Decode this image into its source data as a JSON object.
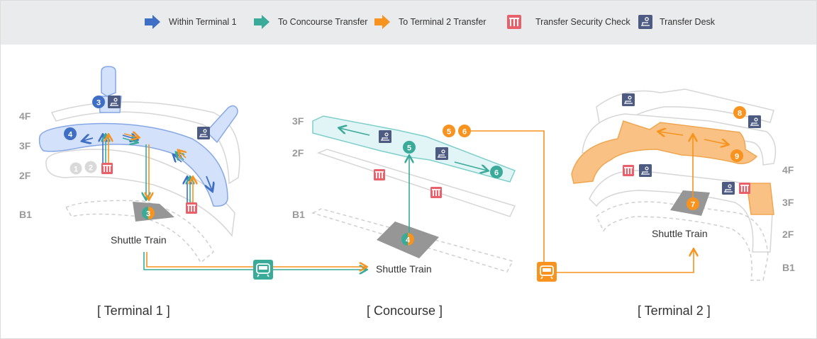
{
  "legend": {
    "within_terminal_1": "Within Terminal 1",
    "to_concourse_transfer": "To Concourse Transfer",
    "to_terminal_2_transfer": "To Terminal 2 Transfer",
    "transfer_security_check": "Transfer Security Check",
    "transfer_desk": "Transfer  Desk"
  },
  "colors": {
    "blue": "#3f6fc4",
    "teal": "#3aaa99",
    "orange": "#f7931e",
    "security_red": "#e8616a",
    "desk_navy": "#4d5b82",
    "floor_outline": "#d6d6d6",
    "t1_fill": "#d3e1fb",
    "concourse_fill": "#e2f5f6",
    "t2_fill": "#f9c284"
  },
  "terminal1": {
    "caption": "[ Terminal 1 ]",
    "floors": [
      "4F",
      "3F",
      "2F",
      "B1"
    ],
    "shuttle_label": "Shuttle Train",
    "markers": {
      "m3_top": "3",
      "m4": "4",
      "m1": "1",
      "m2": "2",
      "m3_b1": "3"
    }
  },
  "concourse": {
    "caption": "[ Concourse ]",
    "floors": [
      "3F",
      "2F",
      "B1"
    ],
    "shuttle_label": "Shuttle Train",
    "markers": {
      "m5": "5",
      "m6": "6",
      "m4": "4",
      "m5_orange": "5",
      "m6_orange": "6"
    }
  },
  "terminal2": {
    "caption": "[ Terminal 2 ]",
    "floors": [
      "4F",
      "3F",
      "2F",
      "B1"
    ],
    "shuttle_label": "Shuttle Train",
    "markers": {
      "m8": "8",
      "m9": "9",
      "m7": "7"
    }
  }
}
